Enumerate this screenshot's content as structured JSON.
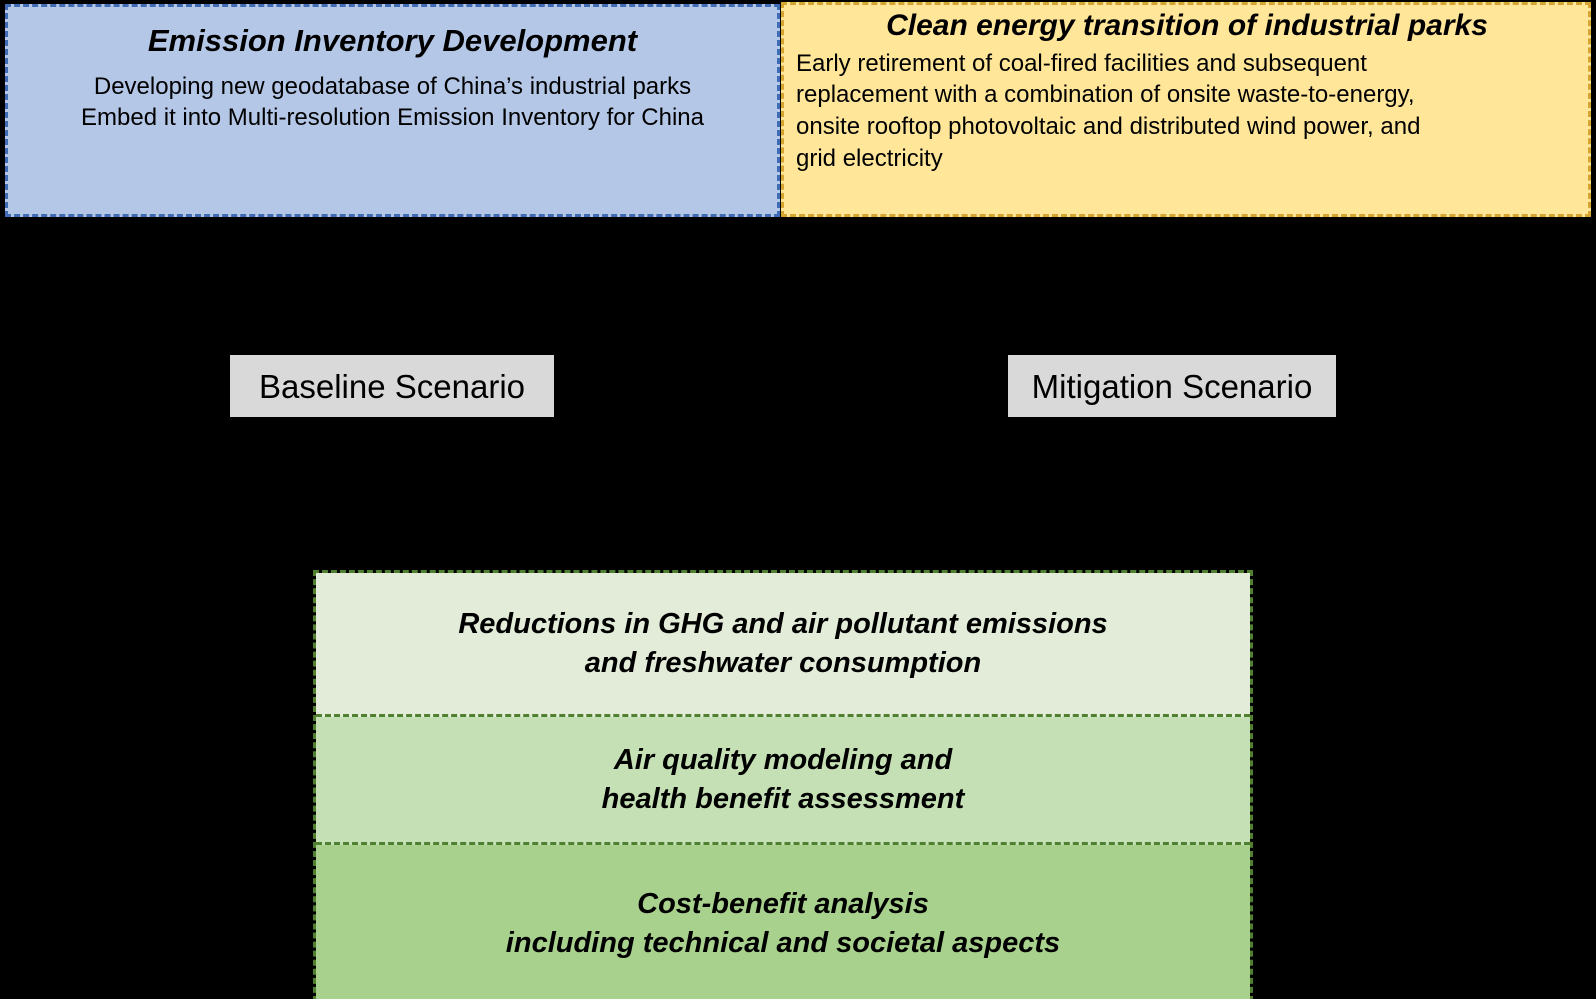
{
  "top_panels": {
    "emission_inventory": {
      "title": "Emission Inventory Development",
      "lines": [
        "Developing new geodatabase of China’s industrial parks",
        "Embed it into Multi-resolution Emission Inventory for China"
      ],
      "background_color": "#b4c7e7",
      "border_color": "#3f6cb4"
    },
    "clean_energy": {
      "title": "Clean energy transition of industrial parks",
      "body": "Early retirement of coal-fired facilities and subsequent replacement with a combination of onsite waste-to-energy, onsite rooftop photovoltaic and distributed wind power, and grid electricity",
      "lines": [
        "Early retirement of coal-fired facilities and subsequent",
        "replacement with a combination of onsite waste-to-energy,",
        "onsite rooftop photovoltaic and distributed wind power, and",
        "grid electricity"
      ],
      "background_color": "#ffe699",
      "border_color": "#d6a531"
    }
  },
  "scenarios": {
    "baseline": {
      "label": "Baseline Scenario",
      "background_color": "#d9d9d9"
    },
    "mitigation": {
      "label": "Mitigation Scenario",
      "background_color": "#d9d9d9"
    }
  },
  "outcomes": {
    "border_color": "#4f7f2f",
    "rows": [
      {
        "line1": "Reductions in GHG and air pollutant emissions",
        "line2": "and freshwater consumption",
        "background_color": "#e3ecd9"
      },
      {
        "line1": "Air quality modeling and",
        "line2": "health benefit assessment",
        "background_color": "#c5e0b4"
      },
      {
        "line1": "Cost-benefit analysis",
        "line2": "including technical and societal aspects",
        "background_color": "#a9d18e"
      }
    ]
  }
}
